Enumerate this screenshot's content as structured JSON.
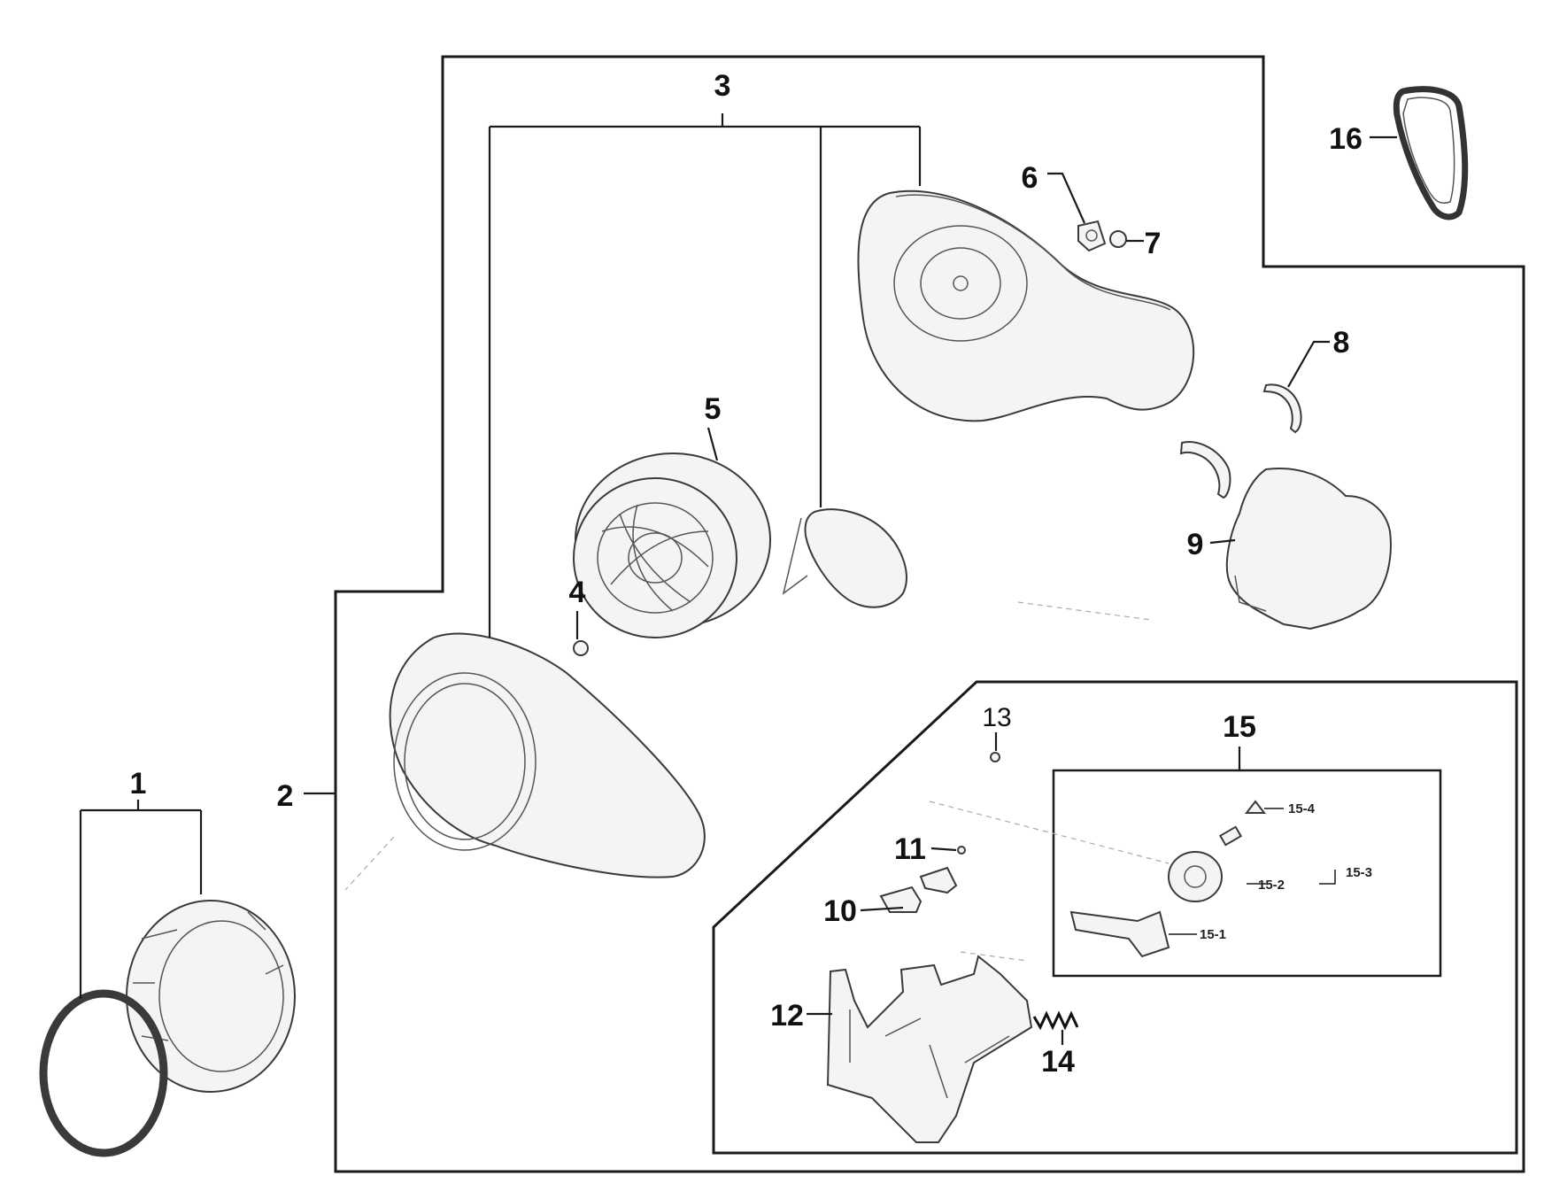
{
  "callouts": {
    "c1": "1",
    "c2": "2",
    "c3": "3",
    "c4": "4",
    "c5": "5",
    "c6": "6",
    "c7": "7",
    "c8": "8",
    "c9": "9",
    "c10": "10",
    "c11": "11",
    "c12": "12",
    "c13": "13",
    "c14": "14",
    "c15": "15",
    "c15_1": "15-1",
    "c15_2": "15-2",
    "c15_3": "15-3",
    "c15_4": "15-4",
    "c16": "16"
  },
  "parts": {
    "p1": "ring-seal",
    "p1b": "duct-ring",
    "p2": "blower-housing",
    "p3": "drum-cover",
    "p4": "nut",
    "p5": "blower-wheel",
    "p6": "bracket-clip",
    "p7": "screw",
    "p8": "clip",
    "p9": "motor",
    "p10": "switch",
    "p11": "screw",
    "p12": "motor-mount-bracket",
    "p13": "screw",
    "p14": "spring",
    "p15": "idler-assembly",
    "p16": "belt"
  }
}
